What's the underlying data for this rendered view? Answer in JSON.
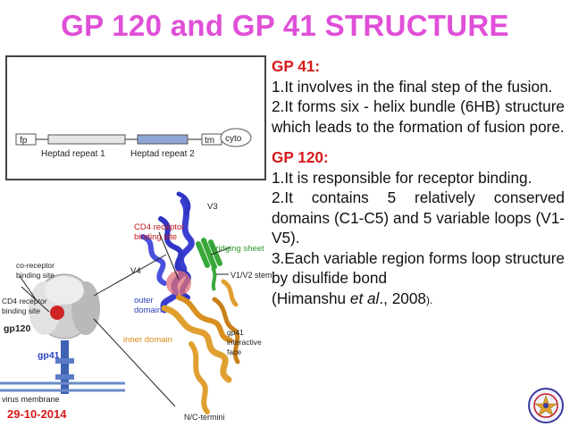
{
  "slide": {
    "title": "GP 120 and GP 41 STRUCTURE",
    "date": "29-10-2014"
  },
  "gp41": {
    "heading": "GP 41:",
    "points": [
      "1.It involves in the final step of the fusion.",
      "2.It forms six - helix bundle (6HB) structure which leads to the formation of fusion pore."
    ]
  },
  "gp120": {
    "heading": "GP 120:",
    "points": [
      "1.It is responsible for receptor binding.",
      "2.It contains 5 relatively conserved domains (C1-C5) and 5 variable loops (V1-V5).",
      "3.Each variable region forms loop structure by disulfide bond"
    ],
    "citation_open": "(Himanshu ",
    "citation_etal": "et al",
    "citation_year": "., 2008",
    "citation_close": ")."
  },
  "gene_map": {
    "fp_label": "fp",
    "tm_label": "tm",
    "cyto_label": "cyto",
    "heptad1_label": "Heptad repeat 1",
    "heptad2_label": "Heptad repeat 2",
    "colors": {
      "heptad1": "#e6e6e6",
      "heptad2": "#8fa6d8"
    }
  },
  "structure": {
    "labels": {
      "v3": "V3",
      "cd4_site_1": "CD4 receptor",
      "cd4_site_2": "binding site",
      "bridging": "bridging sheet",
      "v1v2": "V1/V2 stem",
      "v4": "V4",
      "coreceptor_1": "co-receptor",
      "coreceptor_2": "binding site",
      "cd4_left_1": "CD4 receptor",
      "cd4_left_2": "binding site",
      "outer_1": "outer",
      "outer_2": "domain",
      "inner": "inner domain",
      "gp41_face_1": "gp41",
      "gp41_face_2": "interactive",
      "gp41_face_3": "face",
      "gp120": "gp120",
      "gp41": "gp41",
      "membrane": "virus membrane",
      "termini": "N/C-termini"
    },
    "colors": {
      "red_label": "#c0181c",
      "orange_label": "#d98b1a",
      "green_label": "#2e9a2e",
      "blue_label": "#2a3fbf",
      "outer_domain": "#3a3fd0",
      "inner_domain": "#e0a030",
      "bridging_sheet": "#39a83a"
    }
  },
  "logo_icon": "university-crest-icon"
}
